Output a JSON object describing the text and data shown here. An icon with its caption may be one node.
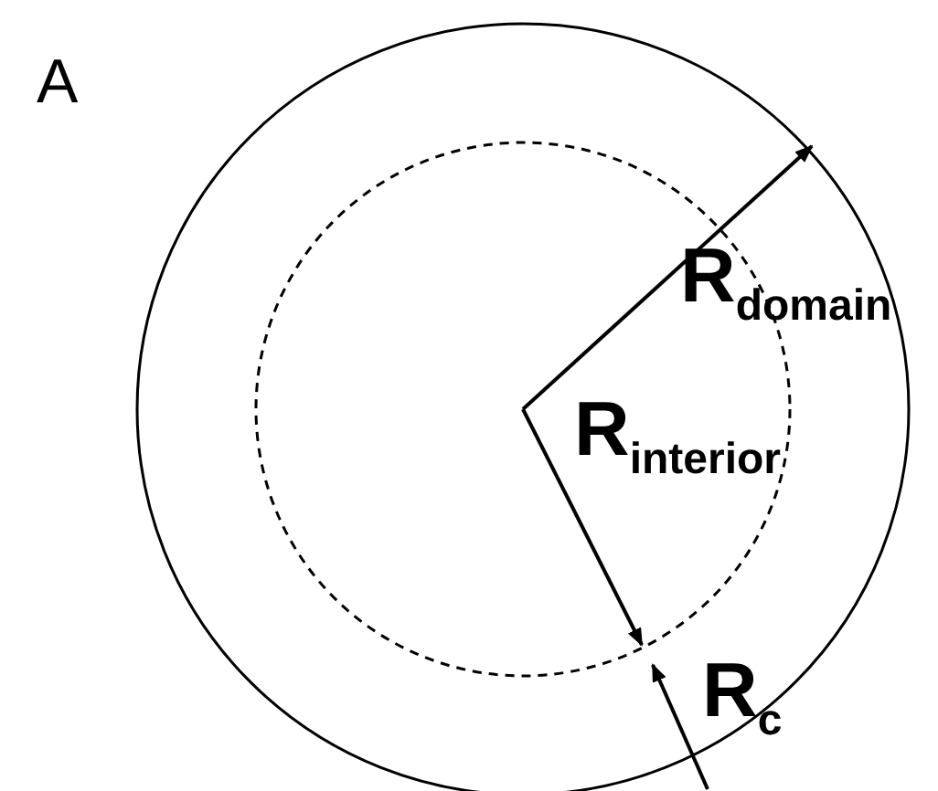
{
  "diagram": {
    "labels": [
      "A",
      "R$_{domain}$",
      "R$_{interior}$",
      "R$_{c}$"
    ]
  }
}
